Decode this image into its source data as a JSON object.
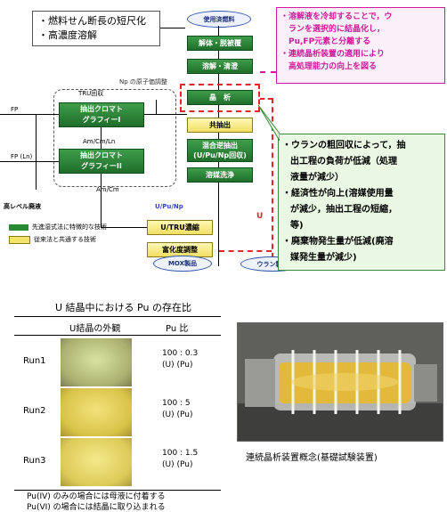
{
  "diagram": {
    "top_note": {
      "line1": "・燃料せん断長の短尺化",
      "line2": "・高濃度溶解"
    },
    "spent_fuel": "使用済燃料",
    "steps": {
      "decladding": "解体・脱被覆",
      "dissolution": "溶解・清澄",
      "crystallization": "晶　析",
      "coextraction": "共抽出",
      "mixed_backextraction": "混合逆抽出\n(U/Pu/Np回収)",
      "solvent_wash": "溶媒洗浄",
      "extraction_chrom_1": "抽出クロマト\nグラフィーI",
      "extraction_chrom_2": "抽出クロマト\nグラフィーII",
      "utru_conc": "U/TRU濃縮",
      "denitration": "富化度調整"
    },
    "labels": {
      "np_valence": "Np の原子価調整",
      "tru_part": "TRU回収",
      "fp": "FP",
      "fp_ln": "FP (Ln)",
      "am_cm_ln": "Am/Cm/Ln",
      "am_cm": "Am/Cm",
      "hlw": "高レベル廃液",
      "u_pu_np": "U/Pu/Np",
      "u": "U",
      "mox": "MOX製品",
      "uranium": "ウラン製品"
    },
    "legend": {
      "advanced": "先進湿式法に特徴的な技術",
      "conventional": "従来法と共通する技術"
    },
    "callout_top": {
      "line1": "・溶解液を冷却することで，ウ",
      "line2": "ランを選択的に結晶化し，",
      "line3": "Pu,FP元素と分離する",
      "line4": "・連続晶析装置の適用により",
      "line5": "高処理能力の向上を図る"
    },
    "callout_side": {
      "line1": "・ウランの粗回収によって，抽",
      "line2": "出工程の負荷が低減（処理",
      "line3": "液量が減少）",
      "line4": "・経済性が向上(溶媒使用量",
      "line5": "が減少，抽出工程の短縮，",
      "line6": "等)",
      "line7": "・廃棄物発生量が低減(廃溶",
      "line8": "媒発生量が減少)"
    }
  },
  "table": {
    "title": "U 結晶中における Pu の存在比",
    "headers": [
      "U結晶の外観",
      "Pu 比"
    ],
    "rows": [
      {
        "run": "Run1",
        "ratio": "100 : 0.3",
        "unit": "(U)  (Pu)"
      },
      {
        "run": "Run2",
        "ratio": "100 :  5",
        "unit": "(U)  (Pu)"
      },
      {
        "run": "Run3",
        "ratio": "100 : 1.5",
        "unit": "(U)  (Pu)"
      }
    ],
    "note1": "Pu(IV) のみの場合には母液に付着する",
    "note2": "Pu(VI) の場合には結晶に取り込まれる"
  },
  "photo": {
    "caption": "連続晶析装置概念(基礎試験装置)"
  },
  "colors": {
    "green": "#2a8a36",
    "yellow": "#f4e36d",
    "red": "#e3262a",
    "magenta": "#d11a9a"
  }
}
